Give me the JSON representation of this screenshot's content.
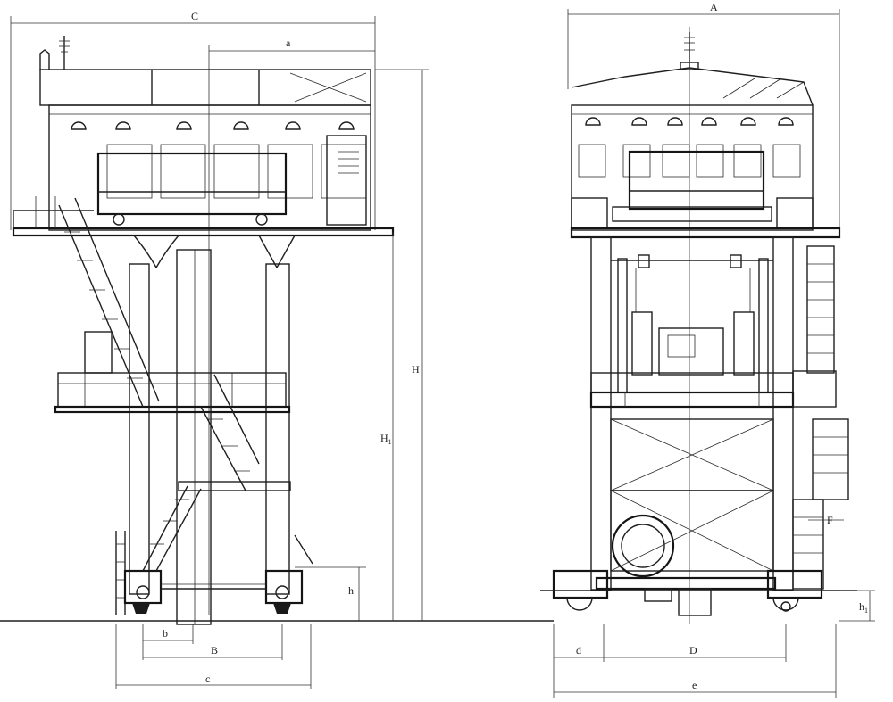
{
  "dimensions": {
    "left_view": {
      "C": "C",
      "a": "a",
      "H": "H",
      "H1_main": "H",
      "H1_sub": "1",
      "h": "h",
      "b": "b",
      "B": "B",
      "c": "c"
    },
    "right_view": {
      "A": "A",
      "h1_main": "h",
      "h1_sub": "1",
      "F": "F",
      "d": "d",
      "D": "D",
      "e": "e"
    }
  }
}
